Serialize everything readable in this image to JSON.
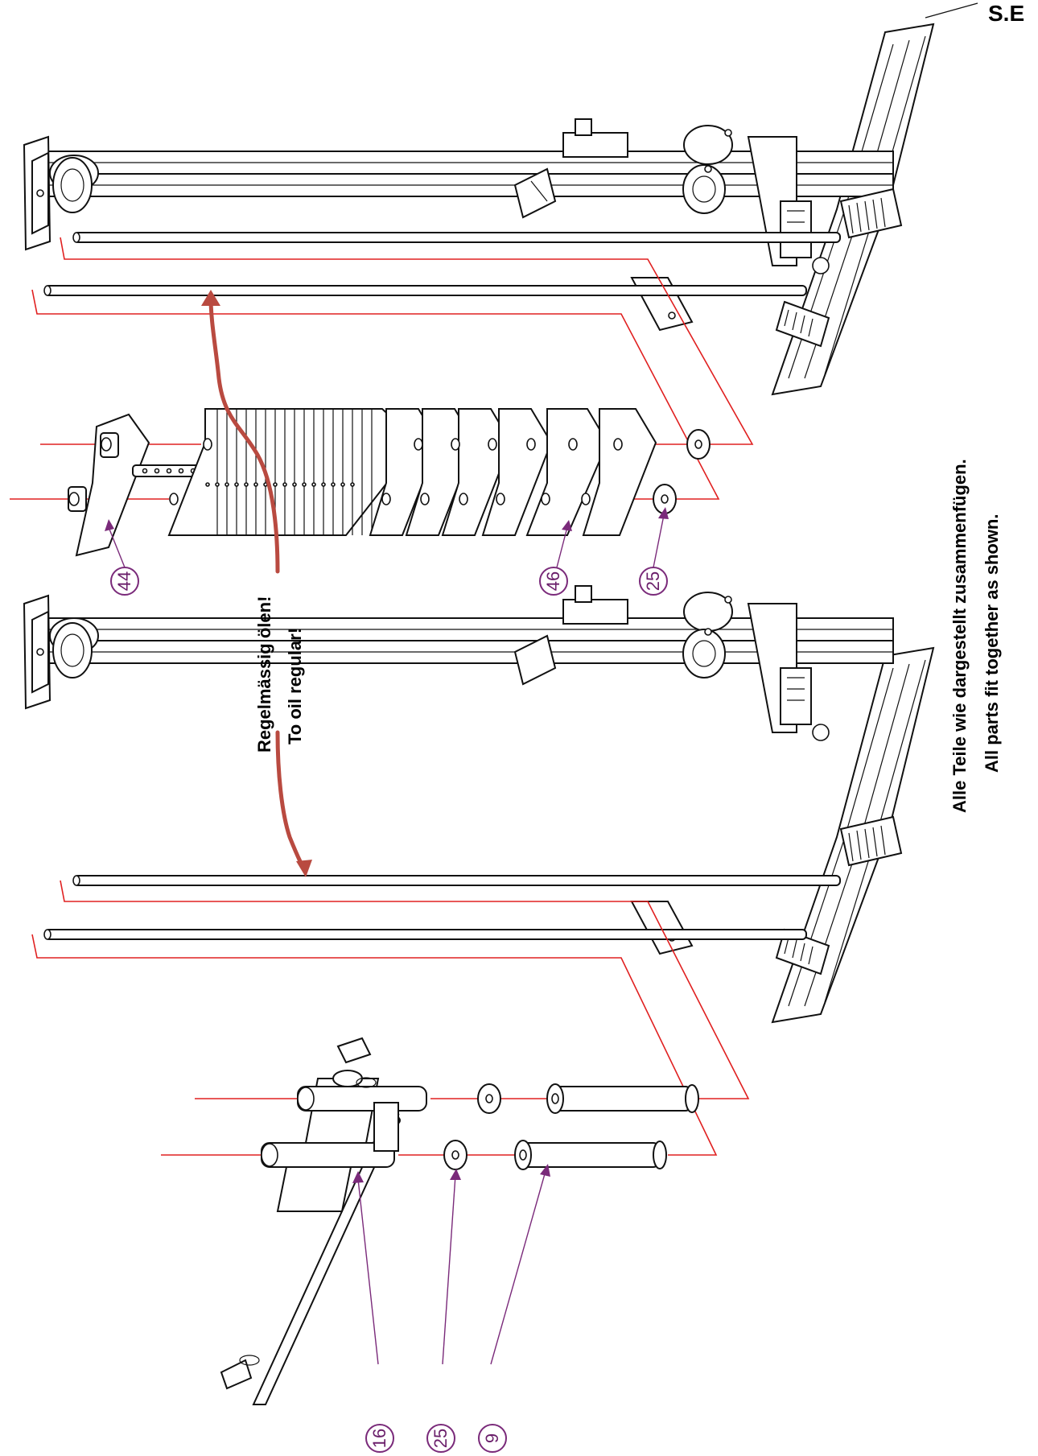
{
  "corner_code": "S.E",
  "oil_note": {
    "de": "Regelmässig ölen!",
    "en": "To oil regular!"
  },
  "assembly_note": {
    "de": "Alle Teile wie dargestellt zusammenfügen.",
    "en": "All parts fit together as shown."
  },
  "callouts": [
    {
      "id": "44",
      "label": "44"
    },
    {
      "id": "46",
      "label": "46"
    },
    {
      "id": "25a",
      "label": "25"
    },
    {
      "id": "16",
      "label": "16"
    },
    {
      "id": "25b",
      "label": "25"
    },
    {
      "id": "9",
      "label": "9"
    }
  ],
  "colors": {
    "guide_line": "#e02020",
    "callout": "#7a2a7a",
    "oil_arrow": "#b94a40",
    "outline": "#111111"
  }
}
